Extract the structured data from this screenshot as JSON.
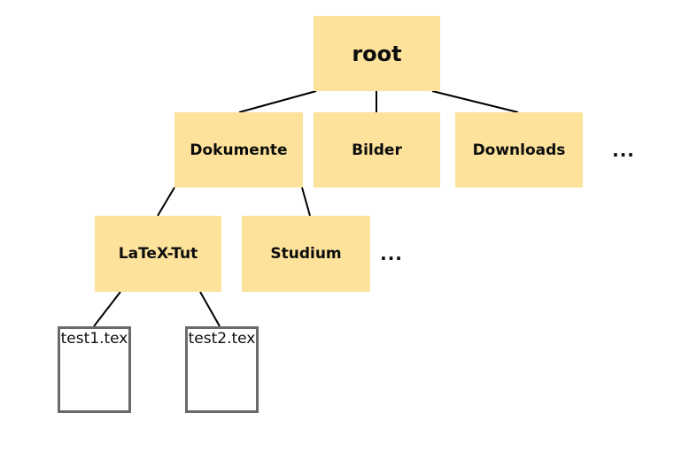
{
  "diagram": {
    "type": "directory-tree",
    "root": {
      "label": "root"
    },
    "level2": [
      {
        "label": "Dokumente"
      },
      {
        "label": "Bilder"
      },
      {
        "label": "Downloads"
      },
      {
        "label": "..."
      }
    ],
    "level3": [
      {
        "label": "LaTeX-Tut"
      },
      {
        "label": "Studium"
      },
      {
        "label": "..."
      }
    ],
    "files": [
      {
        "label": "test1.tex"
      },
      {
        "label": "test2.tex"
      }
    ],
    "edges": [
      {
        "from": "root",
        "to": "Dokumente"
      },
      {
        "from": "root",
        "to": "Bilder"
      },
      {
        "from": "root",
        "to": "Downloads"
      },
      {
        "from": "Dokumente",
        "to": "LaTeX-Tut"
      },
      {
        "from": "Dokumente",
        "to": "Studium"
      },
      {
        "from": "LaTeX-Tut",
        "to": "test1.tex"
      },
      {
        "from": "LaTeX-Tut",
        "to": "test2.tex"
      }
    ]
  },
  "colors": {
    "background": "#ffffff",
    "folder_fill": "#FCE29A",
    "file_fill": "#ffffff",
    "file_border": "#6A6A6A",
    "edge": "#000000",
    "text": "#0d0d0d"
  }
}
